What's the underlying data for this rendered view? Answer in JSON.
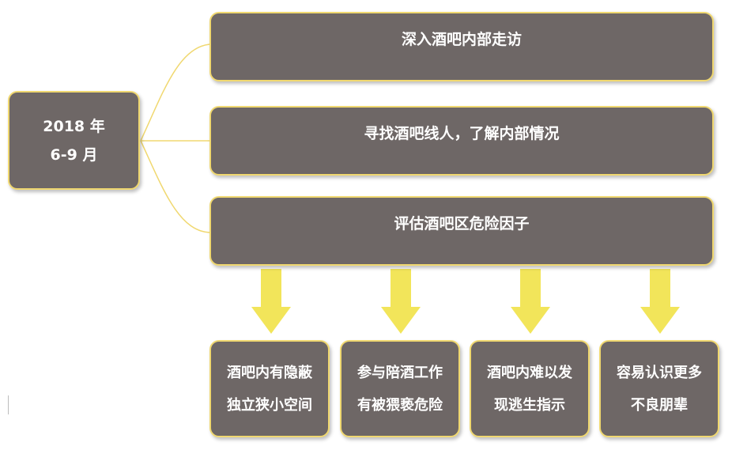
{
  "date_box": {
    "line1": "2018 年",
    "line2": "6-9 月"
  },
  "steps": [
    {
      "label": "深入酒吧内部走访"
    },
    {
      "label": "寻找酒吧线人，了解内部情况"
    },
    {
      "label": "评估酒吧区危险因子"
    }
  ],
  "risk_factors": [
    {
      "line1": "酒吧内有隐蔽",
      "line2": "独立狭小空间"
    },
    {
      "line1": "参与陪酒工作",
      "line2": "有被猥亵危险"
    },
    {
      "line1": "酒吧内难以发",
      "line2": "现逃生指示"
    },
    {
      "line1": "容易认识更多",
      "line2": "不良朋辈"
    }
  ],
  "colors": {
    "box_fill": "#6e6766",
    "box_border": "#f0d870",
    "connector": "#f0d870",
    "arrow": "#f2e55a"
  }
}
